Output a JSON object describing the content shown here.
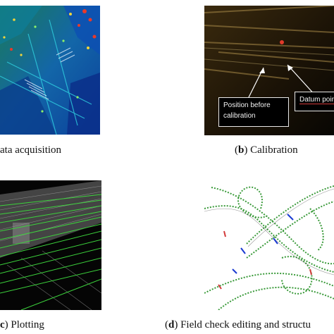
{
  "panels": {
    "a": {
      "caption_rest": "ata acquisition"
    },
    "b": {
      "letter": "b",
      "caption_rest": "Calibration",
      "callout_before_line1": "Position before",
      "callout_before_line2": "calibration",
      "callout_datum": "Datum poin",
      "accent_color": "#d23a3a"
    },
    "c": {
      "letter": "c",
      "caption_rest": "Plotting",
      "line_color": "#3cd23c"
    },
    "d": {
      "letter": "d",
      "caption_rest": "Field check editing and structu"
    }
  }
}
